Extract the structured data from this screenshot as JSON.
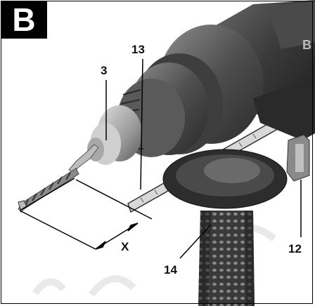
{
  "figure": {
    "panel_label": "B",
    "callouts": {
      "bit": "3",
      "depth_gauge": "13",
      "auxiliary_handle": "14",
      "clamp_button": "12",
      "dimension": "X"
    }
  },
  "colors": {
    "frame": "#000000",
    "badge_background": "#000000",
    "badge_text": "#ffffff",
    "drill_body_dark": "#2b2b2b",
    "drill_body_mid": "#555555",
    "chuck_light": "#bdbdbd",
    "bit_metal": "#9a9a9a",
    "watermark": "#e9e9e9"
  },
  "icons": [
    "hammer-drill-illustration",
    "drill-bit",
    "depth-stop-rod",
    "auxiliary-handle"
  ]
}
